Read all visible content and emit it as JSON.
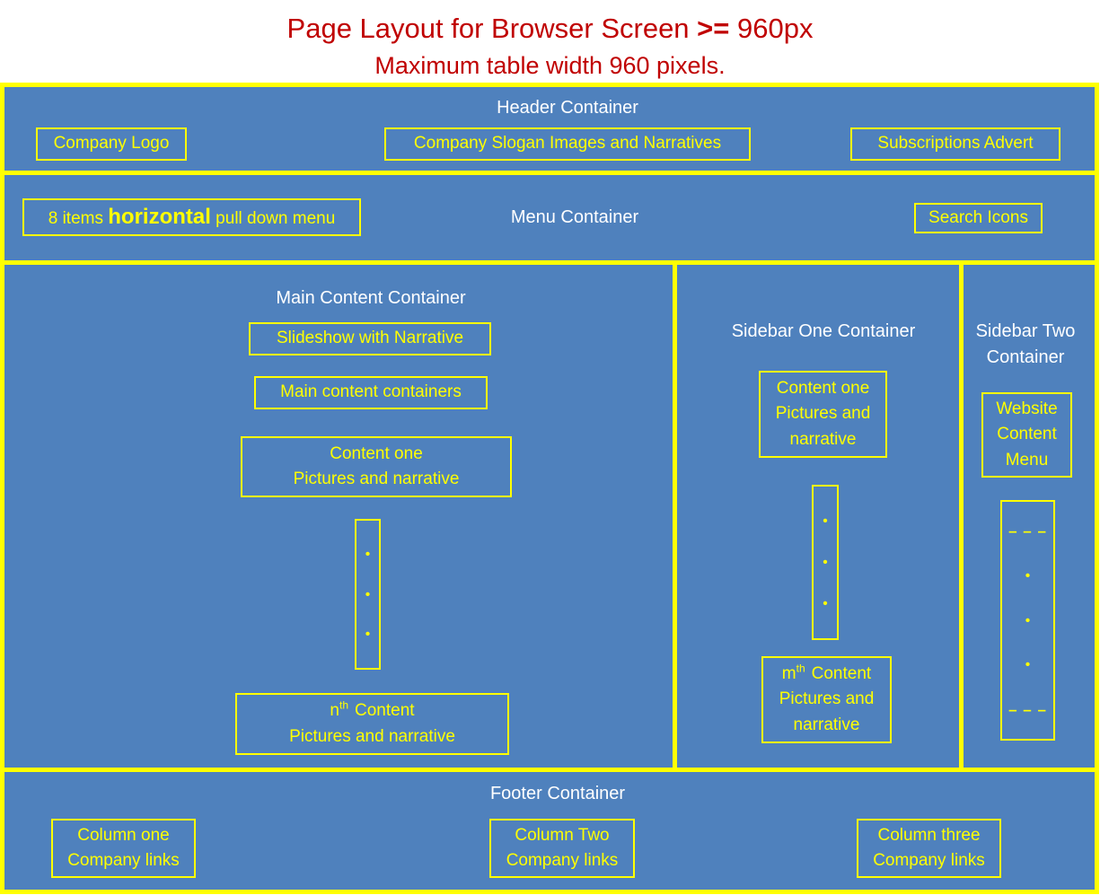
{
  "title": {
    "line1_part1": "Page Layout for Browser Screen ",
    "line1_bold": ">=",
    "line1_part2": " 960px",
    "line2": "Maximum table width 960 pixels."
  },
  "header": {
    "label": "Header Container",
    "company_logo": "Company Logo",
    "slogan": "Company Slogan Images and Narratives",
    "subscriptions": "Subscriptions Advert"
  },
  "menu": {
    "label": "Menu Container",
    "pulldown_prefix": "8 items ",
    "pulldown_bold": "horizontal",
    "pulldown_suffix": " pull down menu",
    "search": "Search Icons"
  },
  "main_content": {
    "label": "Main Content Container",
    "slideshow": "Slideshow with Narrative",
    "containers": "Main content containers",
    "content_one_line1": "Content one",
    "content_one_line2": "Pictures and narrative",
    "nth_base": "n",
    "nth_sup": "th",
    "nth_rest": "Content",
    "nth_line2": "Pictures and narrative"
  },
  "sidebar_one": {
    "label": "Sidebar One Container",
    "content_one_line1": "Content one",
    "content_one_line2": "Pictures and",
    "content_one_line3": "narrative",
    "mth_base": "m",
    "mth_sup": "th",
    "mth_rest": "Content",
    "mth_line2": "Pictures and",
    "mth_line3": "narrative"
  },
  "sidebar_two": {
    "label_line1": "Sidebar Two",
    "label_line2": "Container",
    "menu_line1": "Website",
    "menu_line2": "Content",
    "menu_line3": "Menu"
  },
  "footer": {
    "label": "Footer Container",
    "column_one_line1": "Column one",
    "column_one_line2": "Company links",
    "column_two_line1": "Column Two",
    "column_two_line2": "Company links",
    "column_three_line1": "Column three",
    "column_three_line2": "Company links"
  },
  "glyphs": {
    "dot": "•",
    "dashes": "– – –"
  },
  "colors": {
    "background_blue": "#4F81BD",
    "border_yellow": "#FFFF00",
    "title_red": "#C00000",
    "label_white": "#FFFFFF"
  }
}
